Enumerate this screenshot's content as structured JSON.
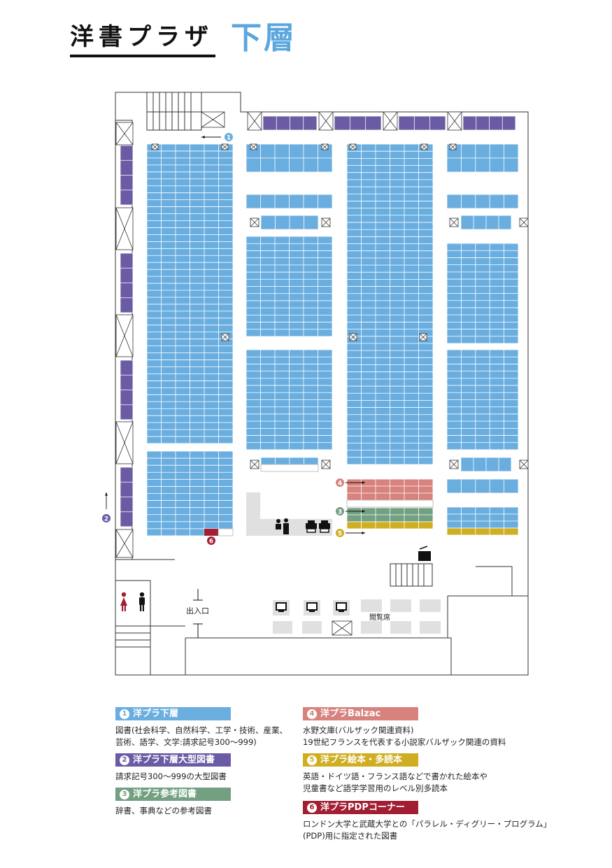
{
  "title": {
    "main": "洋書プラザ",
    "sub": "下層"
  },
  "map": {
    "labels": {
      "entrance": "出入口",
      "reading_seats": "閲覧席"
    },
    "markers": [
      "1",
      "2",
      "4",
      "3",
      "5",
      "6"
    ]
  },
  "legend": [
    {
      "num": "1",
      "heading": "洋プラ下層",
      "lines": [
        "図書(社会科学、自然科学、工学・技術、産業、",
        "芸術、語学、文学:請求記号300〜999)"
      ]
    },
    {
      "num": "2",
      "heading": "洋プラ下層大型図書",
      "lines": [
        "請求記号300〜999の大型図書"
      ]
    },
    {
      "num": "3",
      "heading": "洋プラ参考図書",
      "lines": [
        "辞書、事典などの参考図書"
      ]
    },
    {
      "num": "4",
      "heading": "洋プラBalzac",
      "lines": [
        "水野文庫(バルザック関連資料)",
        "19世紀フランスを代表する小説家バルザック関連の資料"
      ]
    },
    {
      "num": "5",
      "heading": "洋プラ絵本・多読本",
      "lines": [
        "英語・ドイツ語・フランス語などで書かれた絵本や",
        "児童書など語学学習用のレベル別多読本"
      ]
    },
    {
      "num": "6",
      "heading": "洋プラPDPコーナー",
      "lines": [
        "ロンドン大学と武蔵大学との「パラレル・ディグリー・プログラム」",
        "(PDP)用に指定された図書"
      ]
    }
  ],
  "colors": {
    "blue": "#6aaee0",
    "purple": "#6a5ba4",
    "green": "#72a080",
    "pink": "#d8827d",
    "yellow": "#cfae22",
    "red": "#a21e33",
    "gray": "#e0e0e0"
  },
  "icons": [
    "restroom-women-icon",
    "restroom-men-icon",
    "computer-icon",
    "printer-icon",
    "staff-desk-icon",
    "ticket-machine-icon",
    "column-x-icon",
    "arrow-icon"
  ]
}
